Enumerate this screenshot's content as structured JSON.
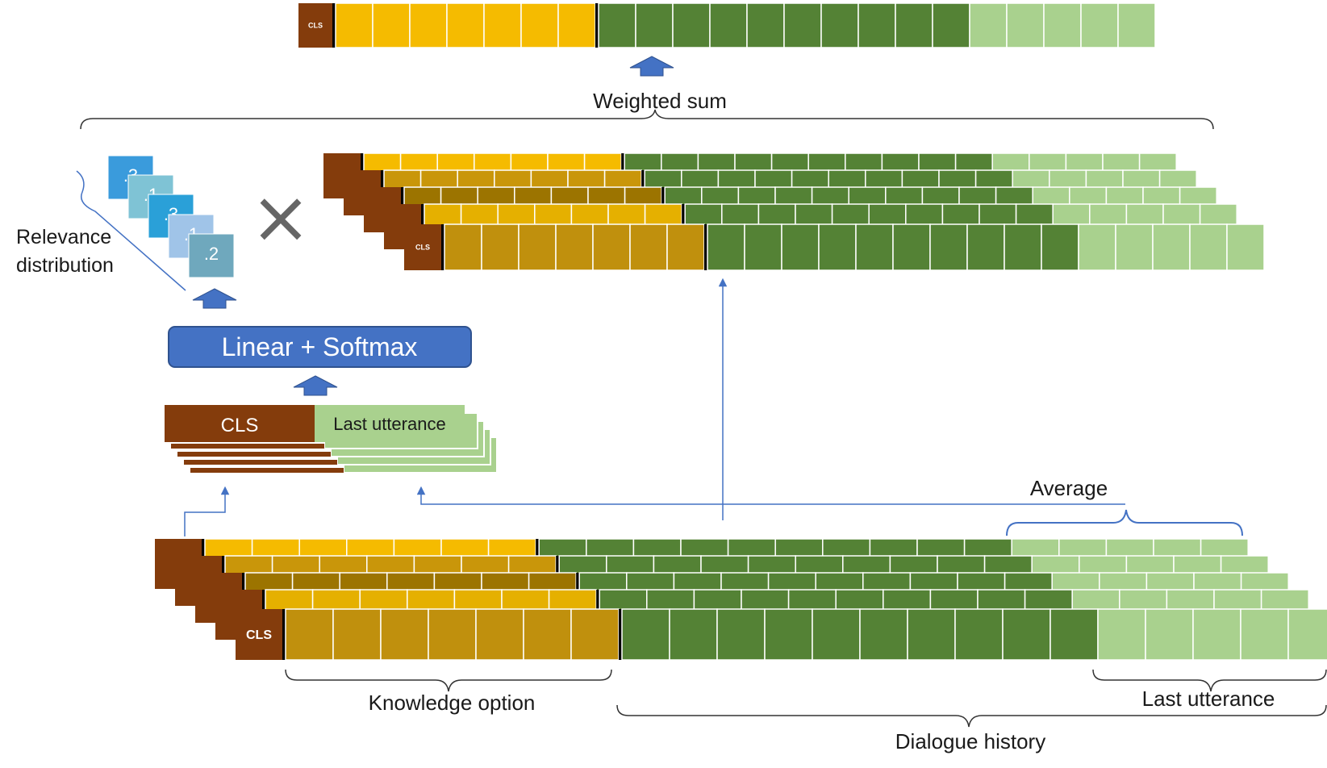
{
  "labels": {
    "weighted_sum": "Weighted sum",
    "relevance": [
      "Relevance",
      "distribution"
    ],
    "linear_softmax": "Linear + Softmax",
    "cls": "CLS",
    "last_utterance_box": "Last utterance",
    "average": "Average",
    "knowledge_option": "Knowledge option",
    "last_utterance": "Last utterance",
    "dialogue_history": "Dialogue history",
    "cls_small": "CLS",
    "cls_stack": "CLS",
    "times_symbol": "×"
  },
  "relevance_values": [
    ".3",
    ".1",
    ".3",
    ".1",
    ".2"
  ],
  "colors": {
    "cls": "#843c0c",
    "yellow": [
      "#f5bb00",
      "#c9960a",
      "#9c7400",
      "#e5b000",
      "#c0900d"
    ],
    "dark_green": "#548235",
    "light_green": "#a9d18e",
    "blue_box": "#4472c4",
    "arrow_blue": "#4472c4",
    "line_blue": "#4472c4",
    "relevance_cards": [
      "#3a9bdc",
      "#7fc3d5",
      "#2aa0d8",
      "#a0c4e8",
      "#6fa8bd"
    ]
  },
  "segments": {
    "knowledge_cells": 7,
    "history_cells": 10,
    "utterance_cells": 5
  }
}
